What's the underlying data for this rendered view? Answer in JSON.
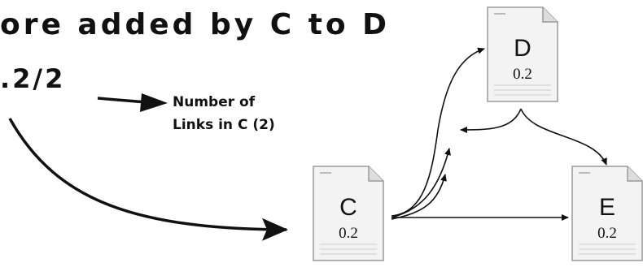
{
  "heading": "ore added by C to D",
  "formula": ".2/2",
  "annotation": {
    "line1": "Number of",
    "line2": "Links in C (2)"
  },
  "documents": {
    "d": {
      "letter": "D",
      "score": "0.2"
    },
    "c": {
      "letter": "C",
      "score": "0.2"
    },
    "e": {
      "letter": "E",
      "score": "0.2"
    }
  }
}
